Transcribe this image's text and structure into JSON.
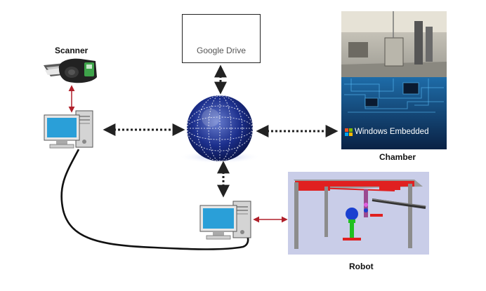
{
  "labels": {
    "scanner": "Scanner",
    "chamber": "Chamber",
    "robot": "Robot",
    "google_drive": "Google Drive",
    "windows_embedded": "Windows Embedded"
  },
  "colors": {
    "cable": "#111111",
    "red_link": "#b0202a",
    "dotted_link": "#222222",
    "monitor_screen": "#2a9fd8",
    "robot_bg": "#c9cde8",
    "robot_frame": "#8c8c8c",
    "robot_red": "#e02020",
    "robot_blue": "#1a40d0",
    "robot_green": "#20c020",
    "chamber_board": "#0d2e55"
  },
  "icons": [
    "scanner-icon",
    "computer-icon",
    "globe-icon",
    "google-drive-logo",
    "windows-logo"
  ]
}
